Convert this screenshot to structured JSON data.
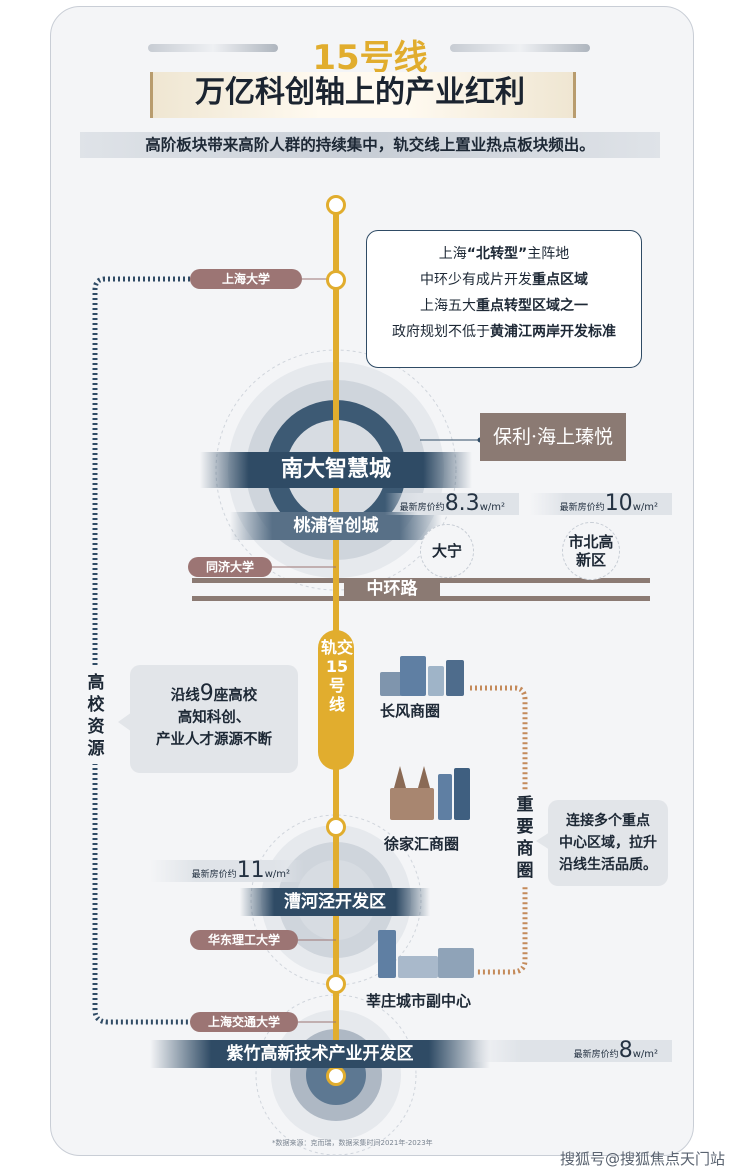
{
  "header": {
    "title": "15号线",
    "subtitle": "万亿科创轴上的产业红利",
    "intro": "高阶板块带来高阶人群的持续集中，轨交线上置业热点板块频出。"
  },
  "info_box": {
    "line1_pre": "上海",
    "line1_bold": "“北转型”",
    "line1_post": "主阵地",
    "line2_pre": "中环少有成片开发",
    "line2_bold": "重点区域",
    "line3_pre": "上海五大",
    "line3_bold": "重点转型区域之一",
    "line4_pre": "政府规划不低于",
    "line4_bold": "黄浦江两岸开发标准"
  },
  "project_tag": "保利·海上瑧悦",
  "zones": {
    "nanda": "南大智慧城",
    "taopu": "桃浦智创城",
    "caohejing": "漕河泾开发区",
    "zizhu": "紫竹高新技术产业开发区"
  },
  "universities": {
    "shanghai": "上海大学",
    "tongji": "同济大学",
    "ecust": "华东理工大学",
    "sjtu": "上海交通大学"
  },
  "ring_road": "中环路",
  "districts": {
    "daning": "大宁",
    "shibei": "市北高新区"
  },
  "prices": {
    "label": "最新房价约",
    "unit": "w/m²",
    "daning": "8.3",
    "shibei": "10",
    "caohejing": "11",
    "zizhu": "8"
  },
  "line_label": "轨交15号线",
  "left_box": {
    "line1_pre": "沿线",
    "line1_num": "9",
    "line1_post": "座高校",
    "line2": "高知科创、",
    "line3": "产业人才源源不断"
  },
  "left_vertical": "高校资源",
  "right_box": {
    "line1": "连接多个重点",
    "line2": "中心区域，拉升",
    "line3": "沿线生活品质。"
  },
  "right_vertical": "重要商圈",
  "business": {
    "changfeng": "长风商圈",
    "xujiahui": "徐家汇商圈",
    "xinzhuang": "莘庄城市副中心"
  },
  "footnote": "*数据来源：克而瑞，数据采集时间2021年-2023年",
  "watermark": "搜狐号@搜狐焦点天门站",
  "colors": {
    "gold": "#e1ad2e",
    "navy": "#2f4b65",
    "mauve": "#9c7574",
    "taupe": "#8b7a73",
    "brown_dots": "#c48a5a"
  }
}
